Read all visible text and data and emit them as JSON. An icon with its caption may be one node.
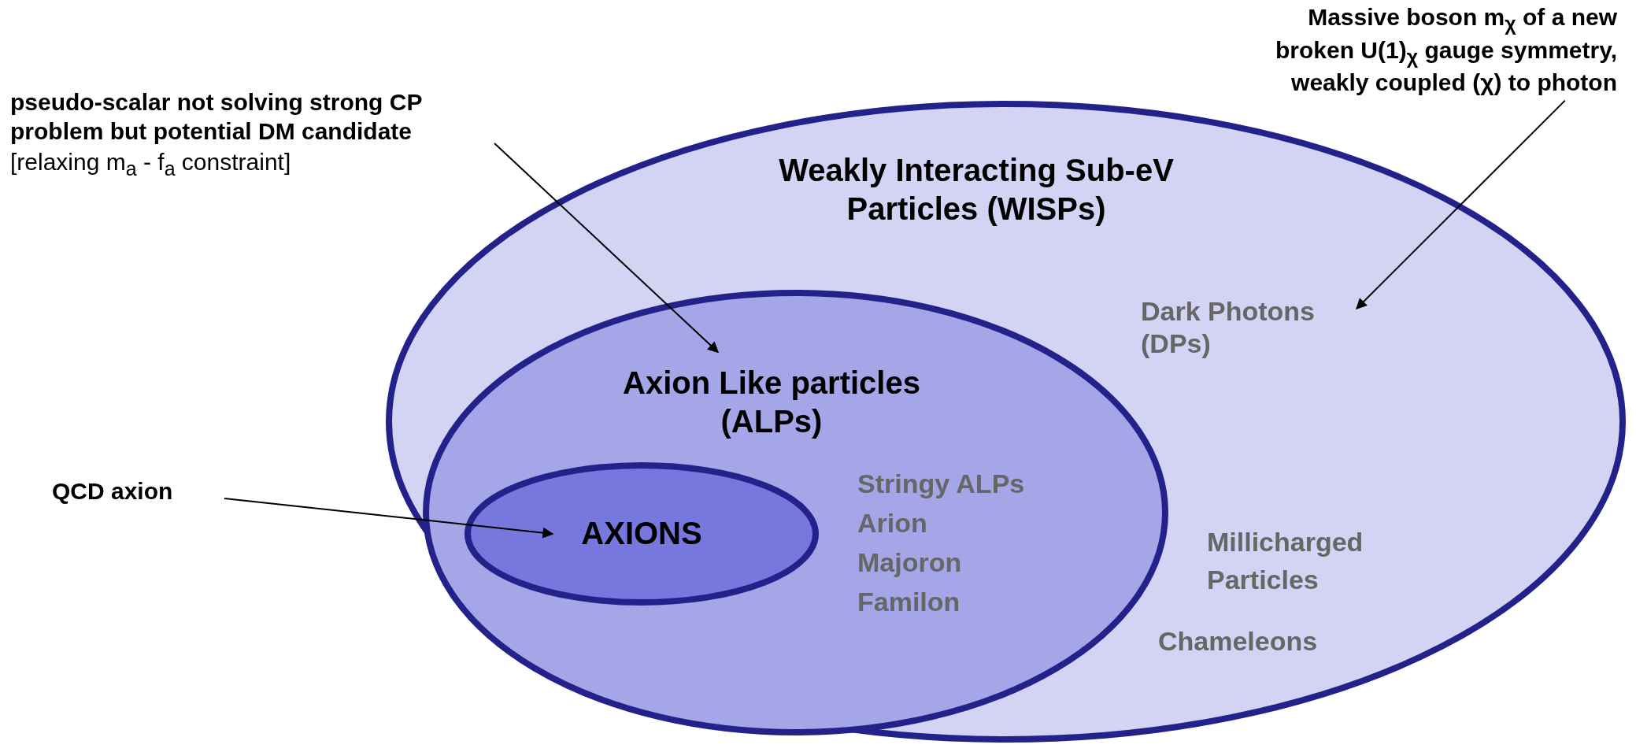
{
  "diagram": {
    "nodes": [
      {
        "text": [
          "Weakly Interacting Sub-eV Particles (WISPs)"
        ]
      },
      {
        "text": [
          "Axion Like particles (ALPs)"
        ],
        "in": 0
      },
      {
        "text": [
          "AXIONS"
        ],
        "in": 1
      },
      {
        "text": [
          "Dark Photons (DPs)"
        ],
        "in": 0
      },
      {
        "text": [
          "pseudo-scalar not solving strong CP problem but potential DM candidate",
          "[relaxing m$_{a}$ - f$_{a}$ constraint]"
        ]
      },
      {
        "text": [
          "Massive boson m$_{χ}$ of a new broken U(1)$_{χ}$ gauge symmetry, weakly coupled (χ) to photon"
        ]
      },
      {
        "text": [
          "QCD axion"
        ]
      }
    ],
    "edges": [
      {
        "from": 4,
        "to": 1,
        "arrow": "to"
      },
      {
        "from": 5,
        "to": 3,
        "arrow": "to"
      },
      {
        "from": 6,
        "to": 2,
        "arrow": "to"
      }
    ],
    "labels": [
      "Stringy ALPs",
      "Arion",
      "Majoron",
      "Familon",
      "Millicharged Particles",
      "Chameleons"
    ]
  }
}
